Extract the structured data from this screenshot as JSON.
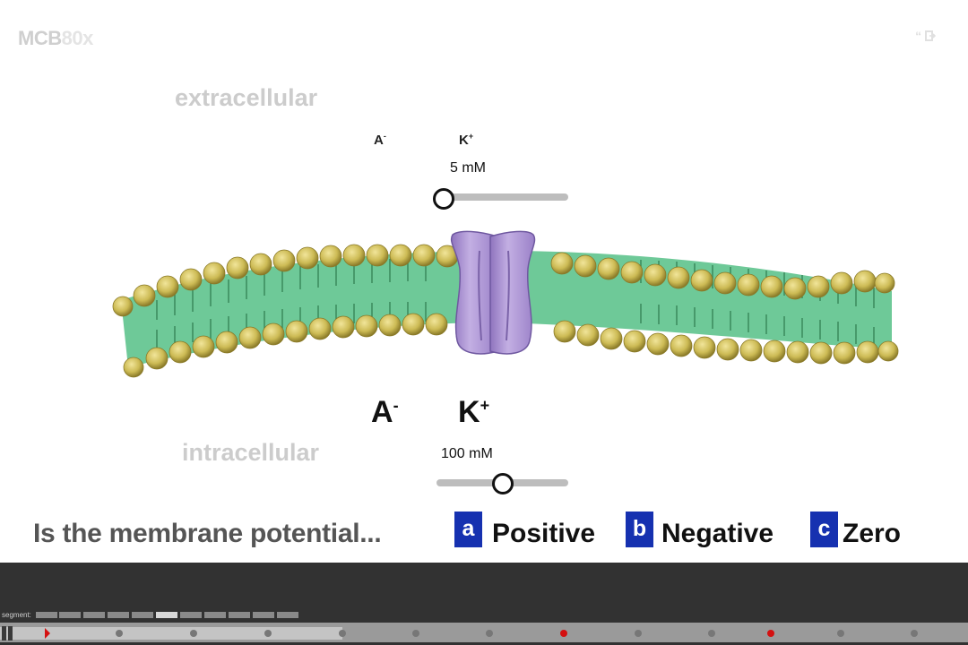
{
  "header": {
    "logo_main": "MCB",
    "logo_num": "80x",
    "icons": [
      "quote-icon",
      "exit-icon"
    ]
  },
  "diagram": {
    "extracellular_label": "extracellular",
    "intracellular_label": "intracellular",
    "extracellular": {
      "anion": "A",
      "anion_charge": "-",
      "cation": "K",
      "cation_charge": "+",
      "concentration": "5 mM",
      "slider_fraction": 0.05
    },
    "intracellular": {
      "anion": "A",
      "anion_charge": "-",
      "cation": "K",
      "cation_charge": "+",
      "concentration": "100 mM",
      "slider_fraction": 0.5
    }
  },
  "question": {
    "text": "Is the membrane potential...",
    "options": [
      {
        "letter": "a",
        "label": "Positive"
      },
      {
        "letter": "b",
        "label": "Negative"
      },
      {
        "letter": "c",
        "label": "Zero"
      }
    ]
  },
  "player": {
    "segment_label": "segment:",
    "segment_count": 11,
    "active_segment": 5,
    "progress_fraction": 0.354,
    "colors": {
      "marker": "#d41010",
      "answer_bg": "#1631b0"
    }
  }
}
